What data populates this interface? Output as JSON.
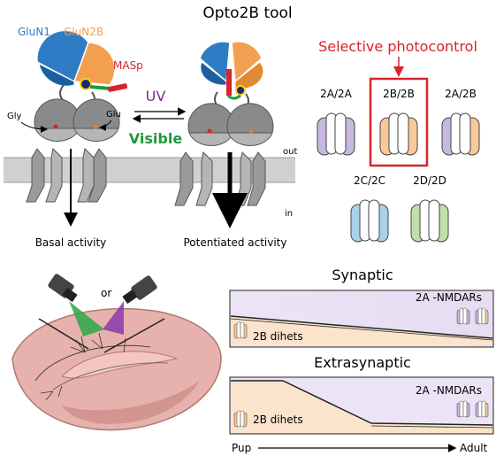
{
  "title": "Opto2B tool",
  "subunit_labels": {
    "glun1": "GluN1",
    "glun2b": "GluN2B"
  },
  "masp_label": "MASp",
  "ligand_labels": {
    "gly": "Gly",
    "glu": "Glu"
  },
  "light": {
    "uv": "UV",
    "visible": "Visible"
  },
  "membrane_labels": {
    "out": "out",
    "in": "in"
  },
  "activity": {
    "basal": "Basal activity",
    "potentiated": "Potentiated activity"
  },
  "selective": {
    "title": "Selective photocontrol",
    "receptors": [
      {
        "label": "2A/2A"
      },
      {
        "label": "2B/2B"
      },
      {
        "label": "2A/2B"
      },
      {
        "label": "2C/2C"
      },
      {
        "label": "2D/2D"
      }
    ]
  },
  "or_label": "or",
  "synaptic": {
    "title": "Synaptic",
    "nmdar_label": "2A -NMDARs",
    "dihet_label": "2B dihets"
  },
  "extrasynaptic": {
    "title": "Extrasynaptic",
    "nmdar_label": "2A -NMDARs",
    "dihet_label": "2B dihets"
  },
  "timeline": {
    "start": "Pup",
    "end": "Adult"
  },
  "colors": {
    "glun1_blue": "#2f7cc4",
    "glun2b_orange": "#f2a050",
    "masp_red": "#d8242c",
    "uv_purple": "#7a2d8e",
    "visible_green": "#1e9a3a",
    "highlight_red": "#d8242c",
    "lavender": "#c7b8e0",
    "peach": "#f8c898",
    "light_blue": "#a8d2ea",
    "light_green": "#bfe0a8"
  }
}
